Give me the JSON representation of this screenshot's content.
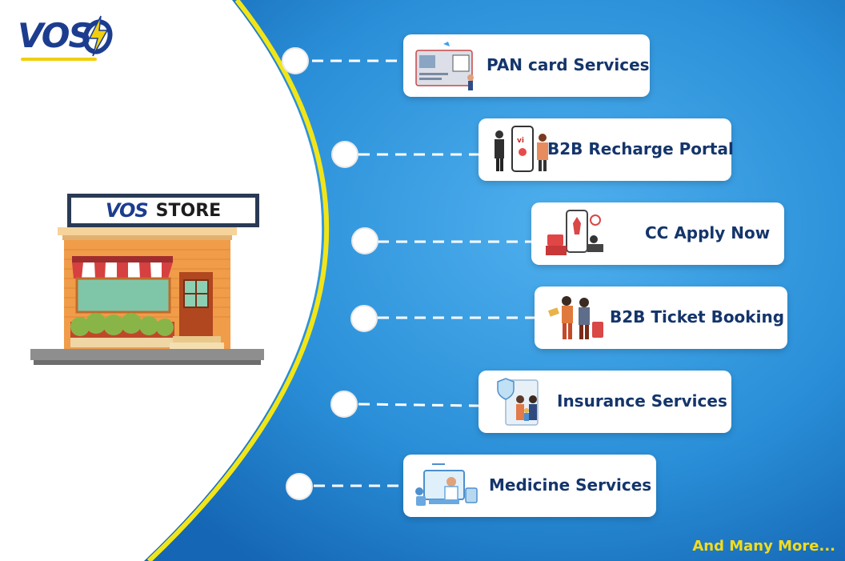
{
  "brand": {
    "logo_text": "VOS",
    "store_sign_logo": "VOS",
    "store_sign_label": "STORE",
    "colors": {
      "blue": "#1f83cf",
      "yellow": "#f2e517",
      "navy": "#14356b"
    }
  },
  "services": [
    {
      "label": "PAN card Services",
      "icon": "pan-card-icon"
    },
    {
      "label": "B2B Recharge Portal",
      "icon": "mobile-recharge-icon"
    },
    {
      "label": "CC Apply Now",
      "icon": "credit-card-phone-icon"
    },
    {
      "label": "B2B Ticket Booking",
      "icon": "travelers-icon"
    },
    {
      "label": "Insurance Services",
      "icon": "insurance-shield-icon"
    },
    {
      "label": "Medicine Services",
      "icon": "doctor-telemedicine-icon"
    }
  ],
  "footer": {
    "more_text": "And Many More..."
  }
}
